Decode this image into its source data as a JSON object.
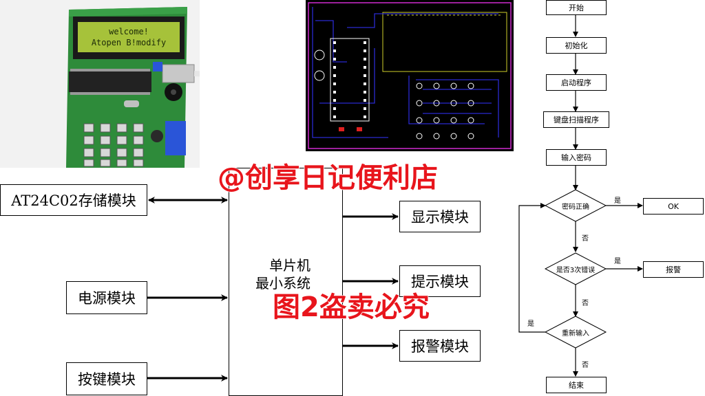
{
  "photo": {
    "lcd_line1": "welcome!",
    "lcd_line2": "Atopen  B!modify"
  },
  "block_diagram": {
    "storage": "AT24C02存储模块",
    "power": "电源模块",
    "keys": "按键模块",
    "mcu_line1": "单片机",
    "mcu_line2": "最小系统",
    "display": "显示模块",
    "prompt": "提示模块",
    "alarm": "报警模块"
  },
  "flowchart": {
    "start": "开始",
    "init": "初始化",
    "launch": "启动程序",
    "scan": "键盘扫描程序",
    "input": "输入密码",
    "check": "密码正确",
    "ok": "OK",
    "thrice": "是否3次错误",
    "alarm": "报警",
    "reinput": "重新输入",
    "end": "结束",
    "yes": "是",
    "no": "否"
  },
  "watermark": {
    "line1": "@创享日记便利店",
    "line2": "图2盗卖必究"
  },
  "colors": {
    "watermark": "#e8151c",
    "pcb_board": "#000000",
    "pcb_trace": "#2a2ad0",
    "pcb_outline": "#d02ad0",
    "board_green": "#2e8b3a"
  }
}
